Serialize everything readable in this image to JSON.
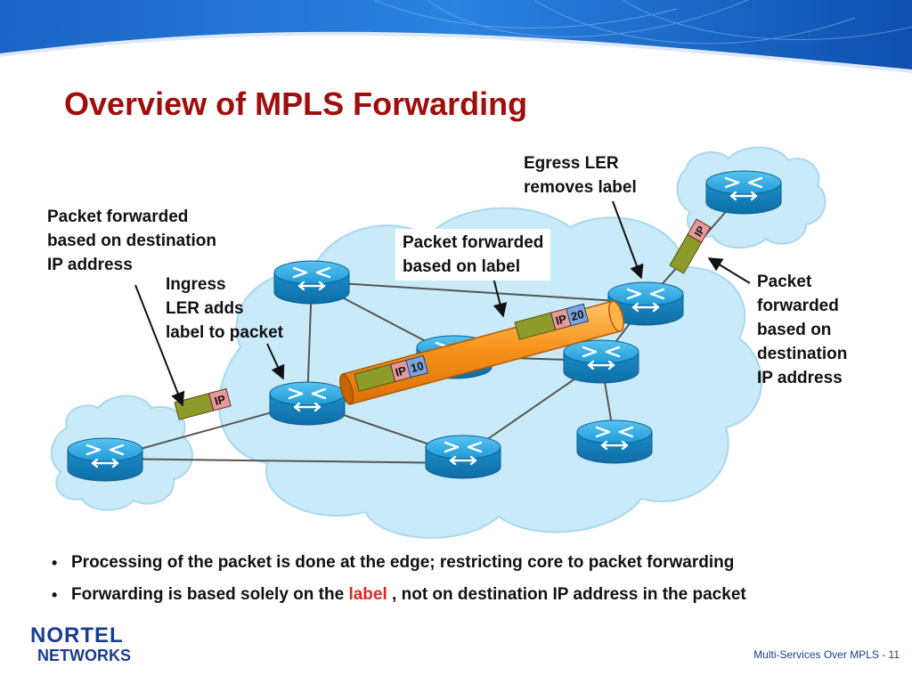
{
  "slide": {
    "title": "Overview of MPLS Forwarding",
    "footer": "Multi-Services Over MPLS - 11",
    "logo": {
      "line1": "NORTEL",
      "line2": "NETWORKS"
    }
  },
  "callouts": {
    "left": [
      "Packet forwarded",
      "based on destination",
      "IP address"
    ],
    "ingress": [
      "Ingress",
      "LER adds",
      "label to packet"
    ],
    "core": [
      "Packet forwarded",
      "based on label"
    ],
    "egress": [
      "Egress LER",
      "removes label"
    ],
    "right": [
      "Packet",
      "forwarded",
      "based on",
      "destination",
      "IP address"
    ]
  },
  "packets": {
    "ingress": {
      "ip": "IP"
    },
    "lsp_first": {
      "ip": "IP",
      "label": "10"
    },
    "lsp_second": {
      "ip": "IP",
      "label": "20"
    },
    "egress": {
      "ip": "IP"
    }
  },
  "bullets": [
    {
      "text": "Processing of the packet is done at the edge; restricting core to packet forwarding"
    },
    {
      "before": "Forwarding is based solely on the ",
      "highlight": "label",
      "after": " , not on destination IP address in the packet"
    }
  ],
  "colors": {
    "title": "#a00d0d",
    "highlight": "#e32424",
    "router": "#1f9bd7",
    "lsp": "#f7941d",
    "cloud": "#c9eaf8",
    "packet": "#8e9a2a",
    "ip_tag": "#e39a9a",
    "label_tag": "#7fa3dc"
  },
  "icons": [
    "router-icon",
    "cloud-icon",
    "lsp-tunnel",
    "packet-icon",
    "arrow-icon"
  ]
}
